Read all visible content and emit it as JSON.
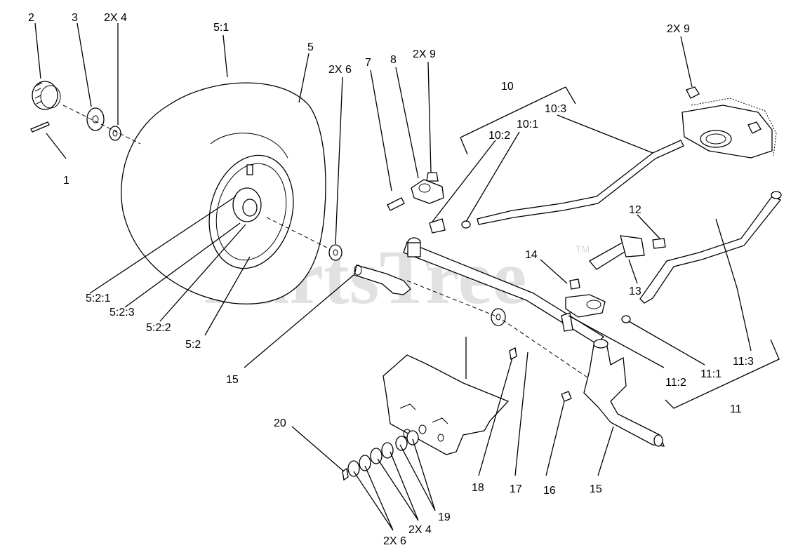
{
  "watermark": {
    "text": "PartsTree",
    "trademark": "TM"
  },
  "callouts": {
    "l1": "1",
    "l2": "2",
    "l3": "3",
    "l4a": "2X 4",
    "l5": "5",
    "l5_1": "5:1",
    "l6a": "2X 6",
    "l7": "7",
    "l8": "8",
    "l9a": "2X 9",
    "l9b": "2X 9",
    "l10": "10",
    "l10_1": "10:1",
    "l10_2": "10:2",
    "l10_3": "10:3",
    "l11": "11",
    "l11_1": "11:1",
    "l11_2": "11:2",
    "l11_3": "11:3",
    "l12": "12",
    "l13": "13",
    "l14": "14",
    "l15a": "15",
    "l15b": "15",
    "l16": "16",
    "l17": "17",
    "l18": "18",
    "l19": "19",
    "l20": "20",
    "l5_2_1": "5:2:1",
    "l5_2_3": "5:2:3",
    "l5_2_2": "5:2:2",
    "l5_2": "5:2",
    "l4b": "2X 4",
    "l6b": "2X 6"
  }
}
